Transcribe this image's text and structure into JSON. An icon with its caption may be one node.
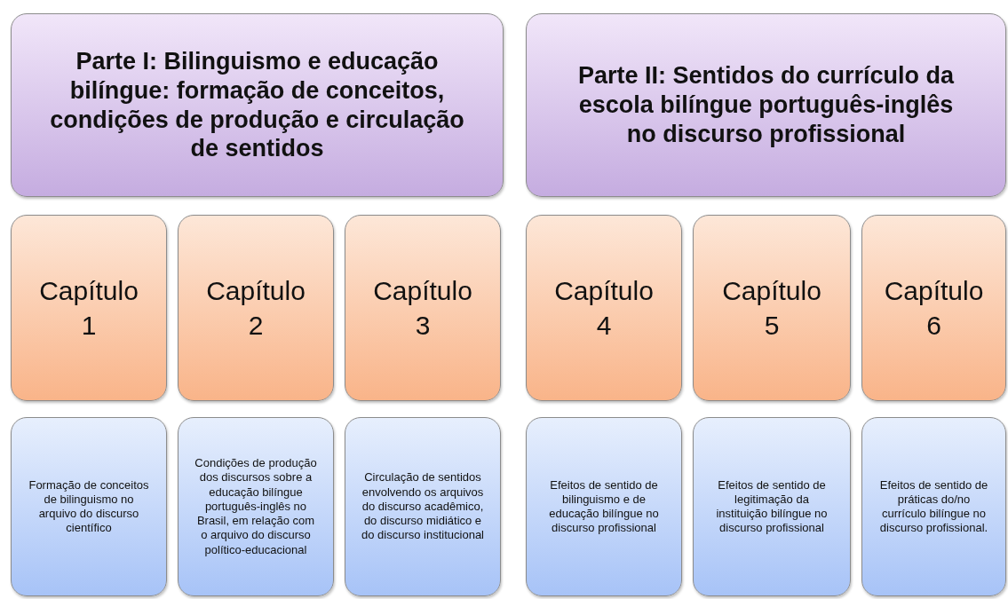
{
  "diagram": {
    "nodes": [
      {
        "text": [
          "Parte I: Bilinguismo e educação bilíngue: formação de conceitos, condições de produção e circulação de sentidos"
        ]
      },
      {
        "text": [
          "Parte II: Sentidos do currículo da escola bilíngue português-inglês no discurso profissional"
        ]
      },
      {
        "text": [
          "Capítulo 1"
        ]
      },
      {
        "text": [
          "Capítulo 2"
        ]
      },
      {
        "text": [
          "Capítulo 3"
        ]
      },
      {
        "text": [
          "Capítulo 4"
        ]
      },
      {
        "text": [
          "Capítulo 5"
        ]
      },
      {
        "text": [
          "Capítulo 6"
        ]
      },
      {
        "text": [
          "Formação de conceitos de bilinguismo no arquivo do discurso científico"
        ]
      },
      {
        "text": [
          "Condições de produção dos discursos sobre a educação bilíngue português-inglês no Brasil, em relação com o arquivo do discurso político-educacional"
        ]
      },
      {
        "text": [
          "Circulação de sentidos envolvendo os arquivos do discurso acadêmico, do discurso midiático e do discurso institucional"
        ]
      },
      {
        "text": [
          "Efeitos de sentido de bilinguismo e de educação bilíngue no discurso profissional"
        ]
      },
      {
        "text": [
          "Efeitos  de sentido de legitimação da instituição bilíngue no discurso profissional"
        ]
      },
      {
        "text": [
          "Efeitos de sentido de práticas do/no currículo bilíngue no discurso profissional."
        ]
      }
    ]
  }
}
